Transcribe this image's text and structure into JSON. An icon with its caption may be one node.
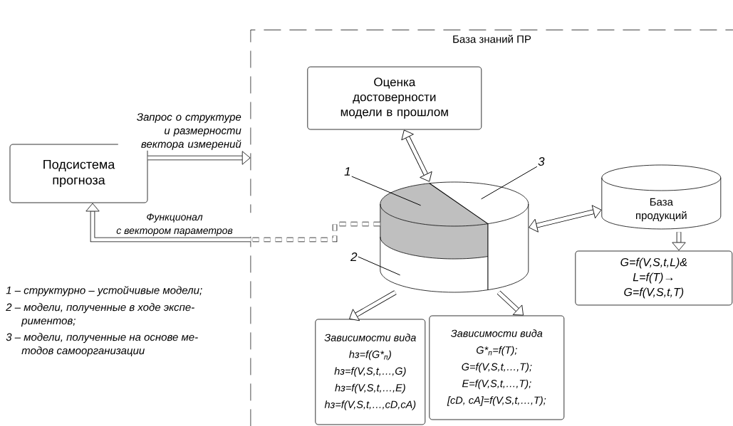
{
  "diagram": {
    "nodes": [
      {
        "text": [
          "Подсистема прогноза"
        ]
      },
      {
        "text": [
          "База знаний ПР"
        ]
      },
      {
        "text": [
          "Оценка достоверности модели в прошлом"
        ],
        "in": 1
      },
      {
        "text": [],
        "shape": "cylinder",
        "in": 1
      },
      {
        "text": [
          "База продукций"
        ],
        "in": 1
      },
      {
        "text": [
          "G=f(V,S,t,L)&",
          "L=f(T)→",
          "G=f(V,S,t,T)"
        ],
        "in": 1
      },
      {
        "text": [
          "Зависимости вида",
          "hз=f(G*$_{п}$)",
          "hз=f(V,S,t,…,G)",
          "hз=f(V,S,t,…,E)",
          "hз=f(V,S,t,…,cD,cA)"
        ],
        "in": 1
      },
      {
        "text": [
          "Зависимости вида",
          "G*$_{п}$=f(T);",
          "G=f(V,S,t,…,T);",
          "E=f(V,S,t,…,T);",
          "[cD, cA]=f(V,S,t,…,T);"
        ],
        "in": 1
      },
      {
        "text": [
          "1"
        ],
        "in": 1
      },
      {
        "text": [
          "2"
        ],
        "in": 1
      },
      {
        "text": [
          "3"
        ],
        "in": 1
      }
    ],
    "edges": [
      {
        "from": 0,
        "to": 1,
        "arrow": "to",
        "label": "Запрос о структуре и размерности вектора измерений"
      },
      {
        "from": 3,
        "to": 0,
        "arrow": "to",
        "label": "Функционал с вектором параметров"
      },
      {
        "from": 2,
        "to": 3,
        "arrow": "both"
      },
      {
        "from": 3,
        "to": 4,
        "arrow": "both"
      },
      {
        "from": 4,
        "to": 5,
        "arrow": "to"
      },
      {
        "from": 3,
        "to": 6,
        "arrow": "to"
      },
      {
        "from": 3,
        "to": 7,
        "arrow": "to"
      },
      {
        "from": 8,
        "to": 3,
        "arrow": "none"
      },
      {
        "from": 9,
        "to": 3,
        "arrow": "none"
      },
      {
        "from": 10,
        "to": 3,
        "arrow": "none"
      }
    ],
    "labels": [
      "1 – структурно – устойчивые модели;",
      "2 – модели, полученные в ходе экспе- риментов;",
      "3 – модели, полученные на основе ме- тодов самоорганизации"
    ]
  }
}
